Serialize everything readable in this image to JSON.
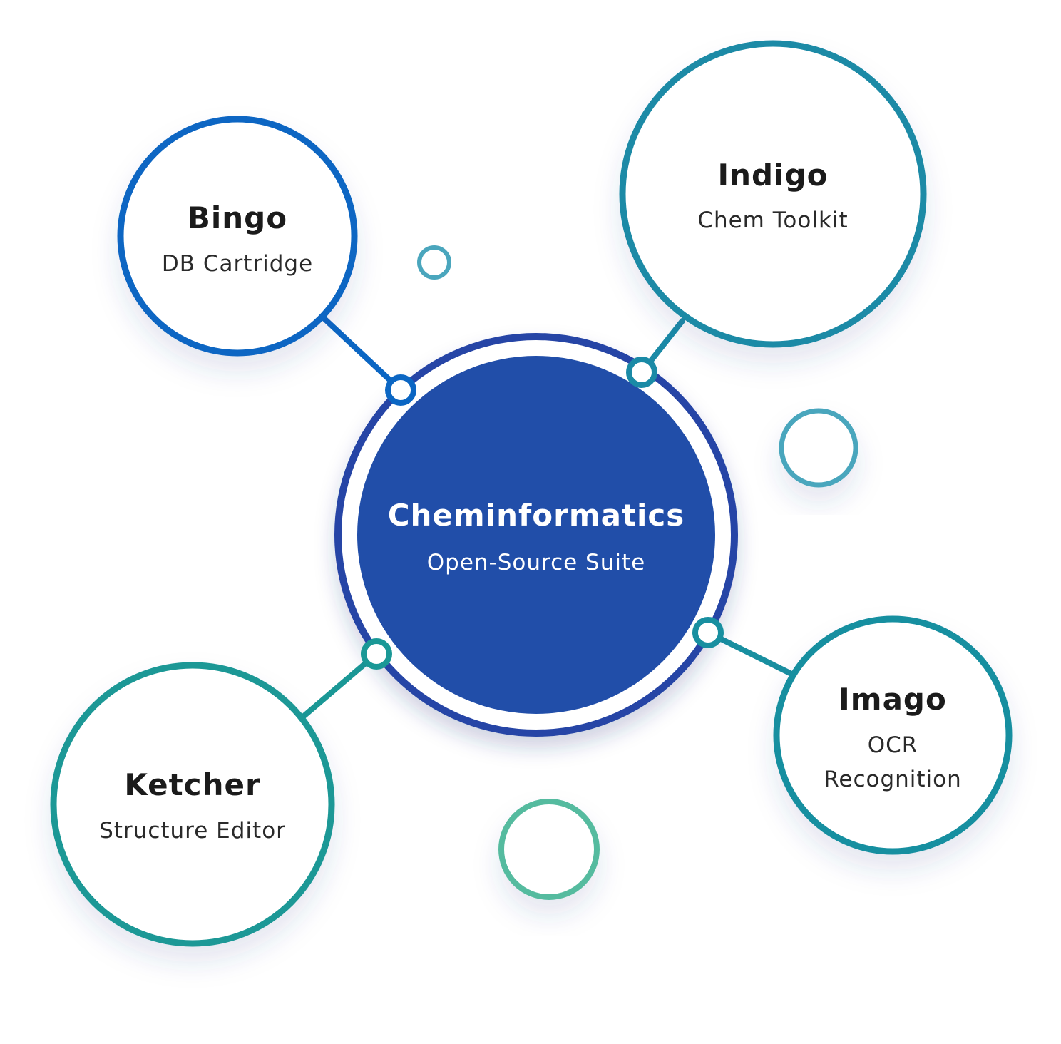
{
  "colors": {
    "background": "#ffffff",
    "bingo": "#0b66c3",
    "indigo": "#1a8aa6",
    "imago": "#188fa0",
    "ketcher": "#1a9896",
    "center_fill": "#214ea9",
    "center_ring": "#2544a6",
    "deco_small": "#4aa6bd",
    "deco_medium": "#4aa6bd",
    "deco_large": "#55bb9f",
    "text_dark": "#1b1b1b",
    "text_light": "#ffffff"
  },
  "center": {
    "title": "Cheminformatics",
    "subtitle": "Open-Source Suite"
  },
  "nodes": {
    "bingo": {
      "title": "Bingo",
      "subtitle": "DB Cartridge"
    },
    "indigo": {
      "title": "Indigo",
      "subtitle": "Chem Toolkit"
    },
    "imago": {
      "title": "Imago",
      "subtitle_line1": "OCR",
      "subtitle_line2": "Recognition"
    },
    "ketcher": {
      "title": "Ketcher",
      "subtitle": "Structure Editor"
    }
  }
}
